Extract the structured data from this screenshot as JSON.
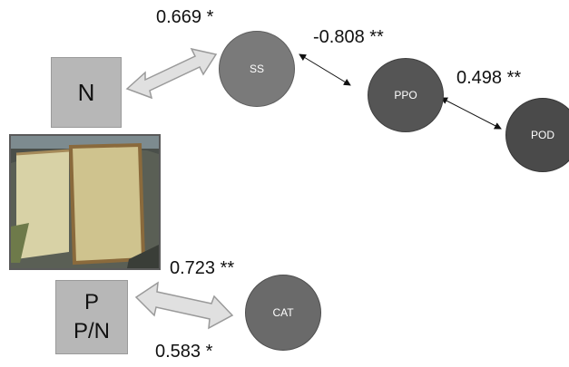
{
  "boxes": {
    "n": {
      "label": "N"
    },
    "p": {
      "line1": "P",
      "line2": "P/N"
    }
  },
  "nodes": {
    "ss": "SS",
    "ppo": "PPO",
    "pod": "POD",
    "cat": "CAT"
  },
  "edge_labels": {
    "n_ss": "0.669 *",
    "ss_ppo": "-0.808 **",
    "ppo_pod": "0.498 **",
    "p_cat": "0.723 **",
    "pn_cat": "0.583 *"
  },
  "colors": {
    "box_fill": "#b7b7b7",
    "node_ss": "#7a7a7a",
    "node_ppo": "#555555",
    "node_pod": "#4a4a4a",
    "node_cat": "#6a6a6a",
    "arrow_fill": "#e0e0e0"
  }
}
